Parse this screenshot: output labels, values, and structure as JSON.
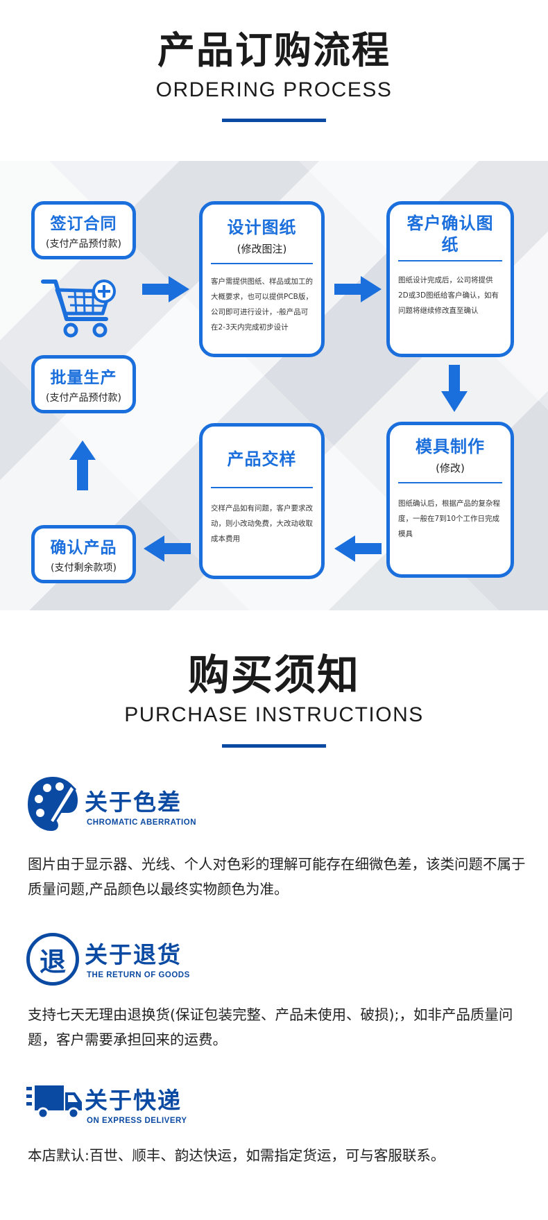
{
  "ordering": {
    "title": "产品订购流程",
    "subtitle": "ORDERING PROCESS"
  },
  "flow": {
    "sign": {
      "title": "签订合同",
      "sub": "(支付产品预付款)"
    },
    "batch": {
      "title": "批量生产",
      "sub": "(支付产品预付款)"
    },
    "confirm_product": {
      "title": "确认产品",
      "sub": "(支付剩余款项)"
    },
    "design": {
      "title": "设计图纸",
      "sub": "(修改图注)",
      "desc": "客户需提供图纸、样品或加工的大概要求，也可以提供PCB版，公司即可进行设计，-般产品可在2-3天内完成初步设计"
    },
    "customer_confirm": {
      "title": "客户确认图纸",
      "desc": "图纸设计完成后，公司将提供2D或3D图纸给客户确认，如有问题将继续修改直至确认"
    },
    "sample": {
      "title": "产品交样",
      "desc": "交样产品如有问题，客户要求改动，则小改动免费，大改动收取成本费用"
    },
    "mold": {
      "title": "模具制作",
      "sub": "(修改)",
      "desc": "图纸确认后，根据产品的复杂程度，一般在7到10个工作日完成模具"
    },
    "accent_color": "#1b6fdc"
  },
  "purchase": {
    "title": "购买须知",
    "subtitle": "PURCHASE INSTRUCTIONS"
  },
  "instructions": [
    {
      "icon": "palette-icon",
      "title": "关于色差",
      "sub": "CHROMATIC ABERRATION",
      "text": "图片由于显示器、光线、个人对色彩的理解可能存在细微色差，该类问题不属于质量问题,产品颜色以最终实物颜色为准。"
    },
    {
      "icon": "return-icon",
      "icon_char": "退",
      "title": "关于退货",
      "sub": "THE RETURN OF GOODS",
      "text": "支持七天无理由退换货(保证包装完整、产品未使用、破损);，如非产品质量问题，客户需要承担回来的运费。"
    },
    {
      "icon": "delivery-truck-icon",
      "title": "关于快递",
      "sub": "ON EXPRESS DELIVERY",
      "text": "本店默认:百世、顺丰、韵达快运，如需指定货运，可与客服联系。"
    }
  ],
  "brand_color": "#0b4aa2"
}
